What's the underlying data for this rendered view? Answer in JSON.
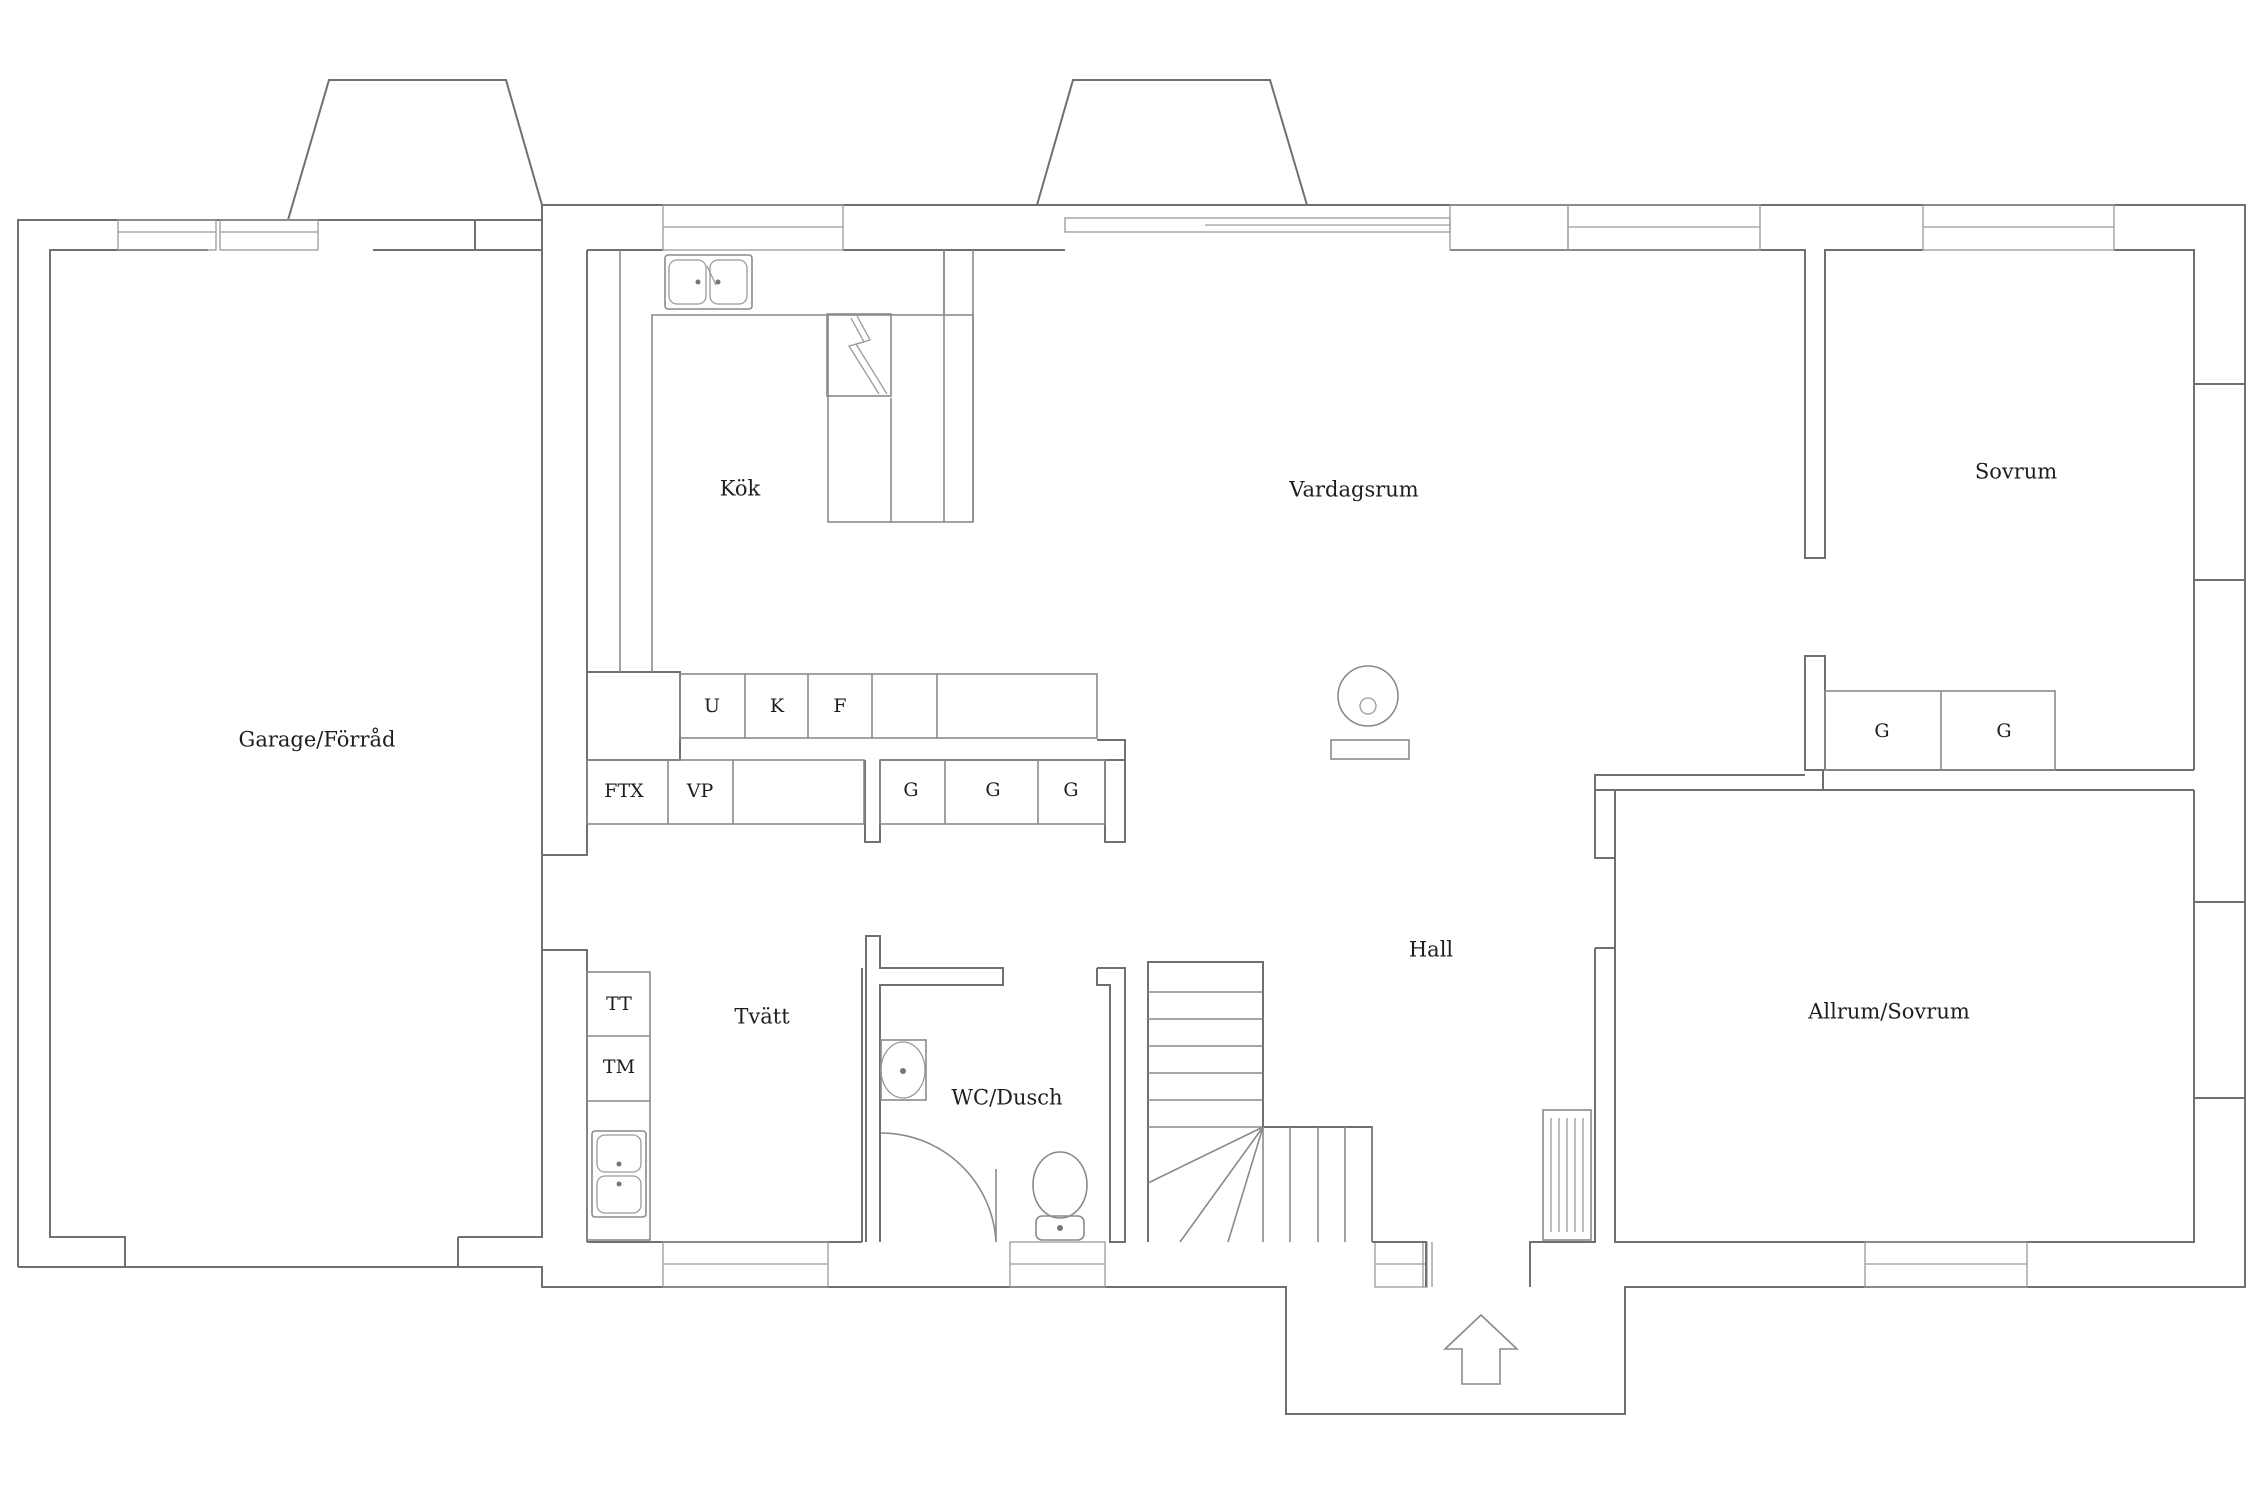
{
  "rooms": {
    "garage": "Garage/Förråd",
    "kitchen": "Kök",
    "living": "Vardagsrum",
    "bedroom": "Sovrum",
    "laundry": "Tvätt",
    "wc": "WC/Dusch",
    "hall": "Hall",
    "family_room": "Allrum/Sovrum"
  },
  "fixtures": {
    "kitchen_units": [
      "U",
      "K",
      "F"
    ],
    "utility_units": [
      "FTX",
      "VP"
    ],
    "hall_wardrobes": [
      "G",
      "G",
      "G"
    ],
    "bedroom_wardrobes": [
      "G",
      "G"
    ],
    "laundry_machines": [
      "TT",
      "TM"
    ]
  },
  "icons": [
    "entrance-arrow-icon",
    "stove-icon",
    "kitchen-sink-icon",
    "laundry-sink-icon",
    "washbasin-icon",
    "toilet-icon",
    "staircase-icon",
    "fireplace-icon",
    "radiator-icon"
  ]
}
